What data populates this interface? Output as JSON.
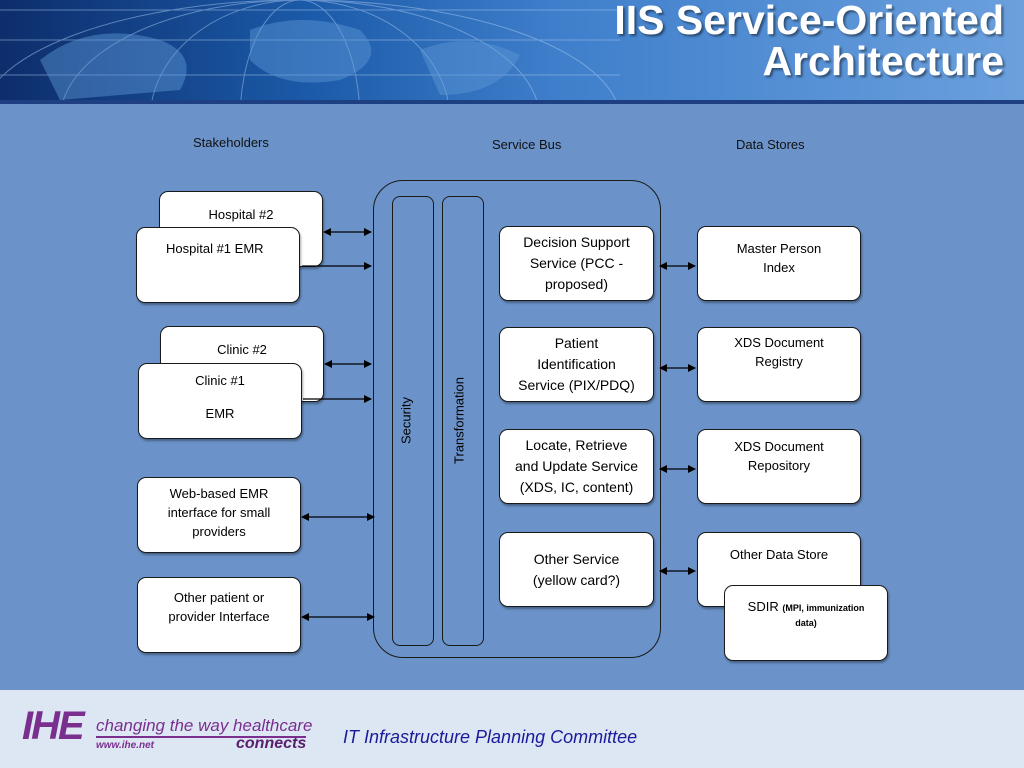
{
  "header": {
    "title_line1": "IIS Service-Oriented",
    "title_line2": "Architecture"
  },
  "columns": {
    "stakeholders": "Stakeholders",
    "service_bus": "Service Bus",
    "data_stores": "Data Stores"
  },
  "stakeholders": {
    "hospital2": "Hospital #2",
    "hospital1": "Hospital #1 EMR",
    "clinic2": "Clinic #2",
    "clinic1_line1": "Clinic #1",
    "clinic1_line2": "EMR",
    "web_line1": "Web-based EMR",
    "web_line2": "interface for small",
    "web_line3": "providers",
    "other_line1": "Other patient or",
    "other_line2": "provider Interface"
  },
  "bus": {
    "security": "Security",
    "transformation": "Transformation"
  },
  "services": {
    "decision_line1": "Decision Support",
    "decision_line2": "Service (PCC -",
    "decision_line3": "proposed)",
    "pix_line1": "Patient",
    "pix_line2": "Identification",
    "pix_line3": "Service (PIX/PDQ)",
    "locate_line1": "Locate, Retrieve",
    "locate_line2": "and Update Service",
    "locate_line3": "(XDS, IC, content)",
    "other_line1": "Other Service",
    "other_line2": "(yellow card?)"
  },
  "stores": {
    "mpi_line1": "Master Person",
    "mpi_line2": "Index",
    "registry_line1": "XDS Document",
    "registry_line2": "Registry",
    "repository_line1": "XDS Document",
    "repository_line2": "Repository",
    "other": "Other Data Store",
    "sdir_main": "SDIR",
    "sdir_detail_line1": "(MPI, immunization",
    "sdir_detail_line2": "data)"
  },
  "footer": {
    "logo": "IHE",
    "tagline": "changing the way healthcare",
    "url": "www.ihe.net",
    "connects": "connects",
    "committee": "IT Infrastructure Planning Committee"
  },
  "colors": {
    "background": "#6b93c9",
    "header_dark": "#0d2d6b",
    "footer_bg": "#dde7f4",
    "brand_purple": "#7a2f8e",
    "committee_blue": "#1a1a9a"
  }
}
